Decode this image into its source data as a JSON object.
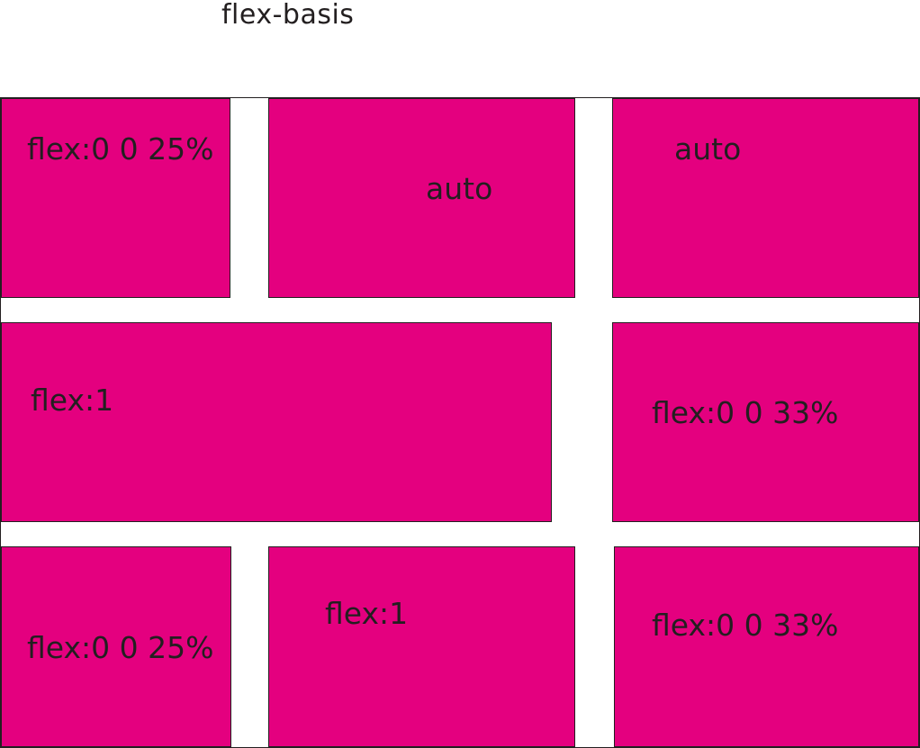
{
  "title": "flex-basis",
  "colors": {
    "box_fill": "#e4007f",
    "text": "#231f20",
    "background": "#ffffff"
  },
  "rows": [
    {
      "boxes": [
        {
          "label": "flex:0 0 25%"
        },
        {
          "label": "auto"
        },
        {
          "label": "auto"
        }
      ]
    },
    {
      "boxes": [
        {
          "label": "flex:1"
        },
        {
          "label": "flex:0 0 33%"
        }
      ]
    },
    {
      "boxes": [
        {
          "label": "flex:0 0 25%"
        },
        {
          "label": "flex:1"
        },
        {
          "label": "flex:0 0 33%"
        }
      ]
    }
  ]
}
